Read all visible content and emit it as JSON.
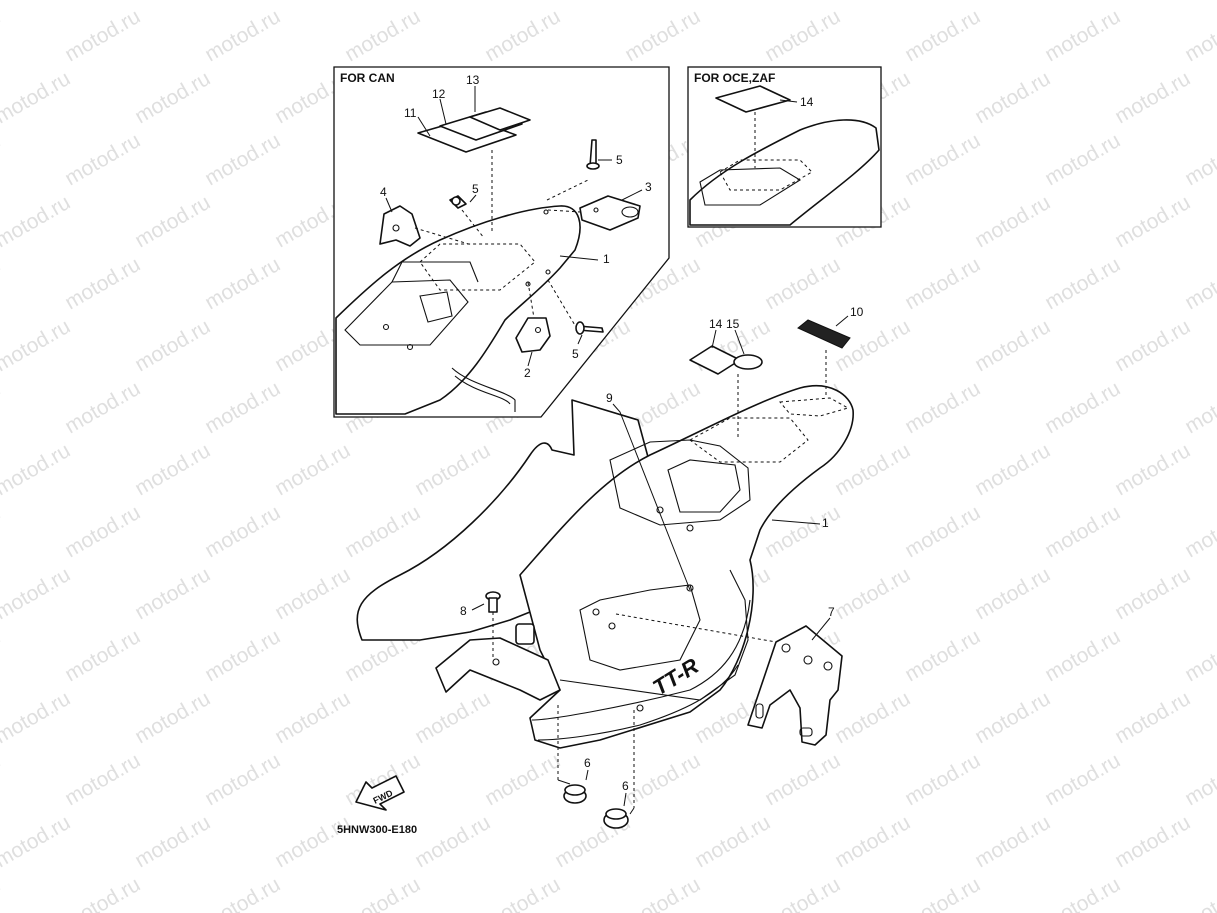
{
  "watermark": "motod.ru",
  "diagram_code": "5HNW300-E180",
  "fwd_label": "FWD",
  "inset_can": {
    "title": "FOR CAN"
  },
  "inset_oce": {
    "title": "FOR OCE,ZAF"
  },
  "callouts": {
    "c1": "1",
    "c2": "2",
    "c3": "3",
    "c4": "4",
    "c5a": "5",
    "c5b": "5",
    "c5c": "5",
    "c11": "11",
    "c12": "12",
    "c13": "13",
    "c14a": "14",
    "m1": "1",
    "m6a": "6",
    "m6b": "6",
    "m7": "7",
    "m8": "8",
    "m9": "9",
    "m10": "10",
    "m14": "14",
    "m15": "15"
  },
  "decal_text": "TT-R"
}
